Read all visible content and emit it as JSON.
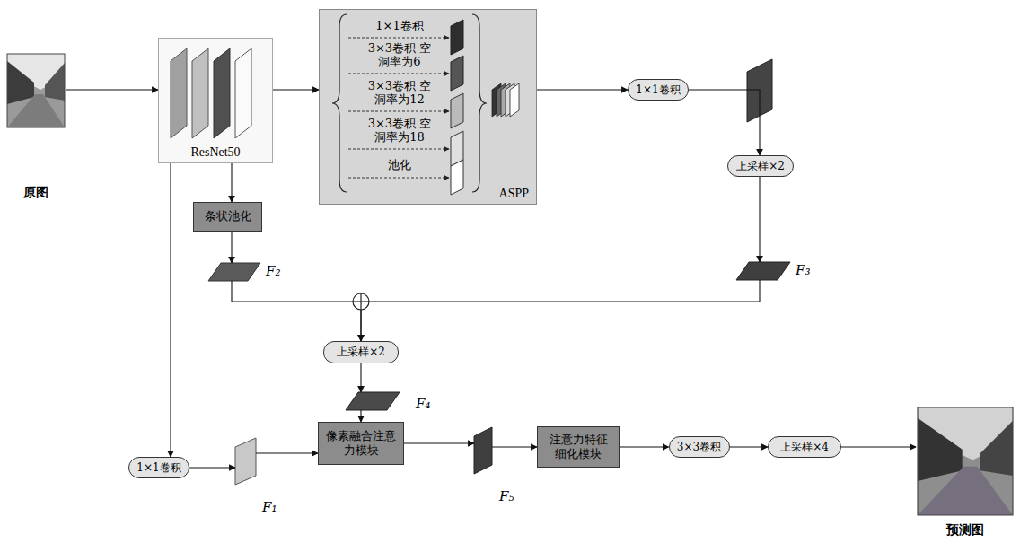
{
  "diagram": {
    "nodes": [
      {
        "text": [
          "原图"
        ]
      },
      {
        "text": [
          "ResNet50"
        ]
      },
      {
        "text": [
          "ASPP"
        ]
      },
      {
        "text": [
          "1×1卷积"
        ]
      },
      {
        "text": [
          "上采样×2"
        ]
      },
      {
        "text": [
          "条状池化"
        ]
      },
      {
        "text": [
          "F₂"
        ]
      },
      {
        "text": [
          "F₃"
        ]
      },
      {
        "text": [
          "上采样×2"
        ]
      },
      {
        "text": [
          "F₄"
        ]
      },
      {
        "text": [
          "1×1卷积"
        ]
      },
      {
        "text": [
          "F₁"
        ]
      },
      {
        "text": [
          "像素融合注意力模块"
        ]
      },
      {
        "text": [
          "F₅"
        ]
      },
      {
        "text": [
          "注意力特征细化模块"
        ]
      },
      {
        "text": [
          "3×3卷积"
        ]
      },
      {
        "text": [
          "上采样×4"
        ]
      },
      {
        "text": [
          "预测图"
        ]
      }
    ],
    "edges": [
      {
        "from": 0,
        "to": 1,
        "arrow": "to"
      },
      {
        "from": 1,
        "to": 2,
        "arrow": "to"
      },
      {
        "from": 2,
        "to": 3,
        "arrow": "to"
      },
      {
        "from": 3,
        "to": 4,
        "arrow": "to"
      },
      {
        "from": 4,
        "to": 7,
        "arrow": "to"
      },
      {
        "from": 1,
        "to": 5,
        "arrow": "to"
      },
      {
        "from": 5,
        "to": 6,
        "arrow": "to"
      },
      {
        "from": 6,
        "to": 8,
        "arrow": "to"
      },
      {
        "from": 7,
        "to": 8,
        "arrow": "to"
      },
      {
        "from": 8,
        "to": 9,
        "arrow": "to"
      },
      {
        "from": 9,
        "to": 12,
        "arrow": "to"
      },
      {
        "from": 1,
        "to": 10,
        "arrow": "to"
      },
      {
        "from": 10,
        "to": 11,
        "arrow": "to"
      },
      {
        "from": 11,
        "to": 12,
        "arrow": "to"
      },
      {
        "from": 12,
        "to": 13,
        "arrow": "to"
      },
      {
        "from": 13,
        "to": 14,
        "arrow": "to"
      },
      {
        "from": 14,
        "to": 15,
        "arrow": "to"
      },
      {
        "from": 15,
        "to": 16,
        "arrow": "to"
      },
      {
        "from": 16,
        "to": 17,
        "arrow": "to"
      }
    ],
    "labels": [
      "1×1卷积",
      "3×3卷积 空洞率为6",
      "3×3卷积 空洞率为12",
      "3×3卷积 空洞率为18",
      "池化"
    ]
  }
}
